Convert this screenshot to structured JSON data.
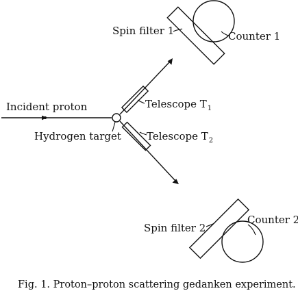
{
  "labels": {
    "incident_proton": "Incident proton",
    "hydrogen_target": "Hydrogen target",
    "telescope_1": "Telescope T",
    "telescope_1_sub": "1",
    "telescope_2": "Telescope T",
    "telescope_2_sub": "2",
    "spin_filter_1": "Spin filter 1",
    "spin_filter_2": "Spin filter 2",
    "counter_1": "Counter 1",
    "counter_2": "Counter 2"
  },
  "caption": "Fig. 1. Proton–proton scattering gedanken experiment."
}
